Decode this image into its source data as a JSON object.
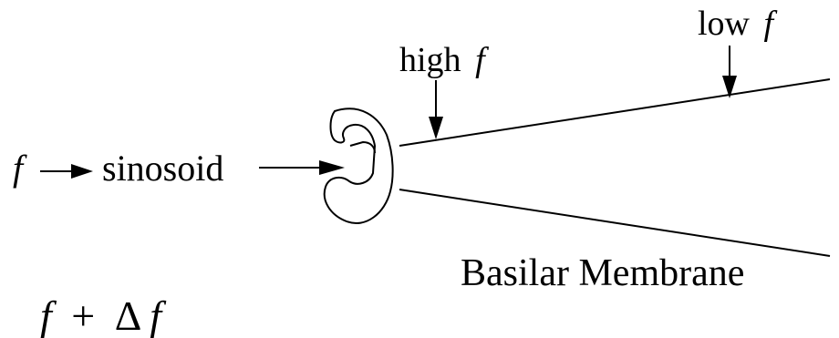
{
  "labels": {
    "input_f": "f",
    "input_signal": "sinosoid",
    "high_f_word": "high",
    "high_f_var": "f",
    "low_f_word": "low",
    "low_f_var": "f",
    "membrane": "Basilar Membrane",
    "formula_f": "f",
    "formula_plus": "+",
    "formula_delta": "Δ",
    "formula_f2": "f"
  }
}
